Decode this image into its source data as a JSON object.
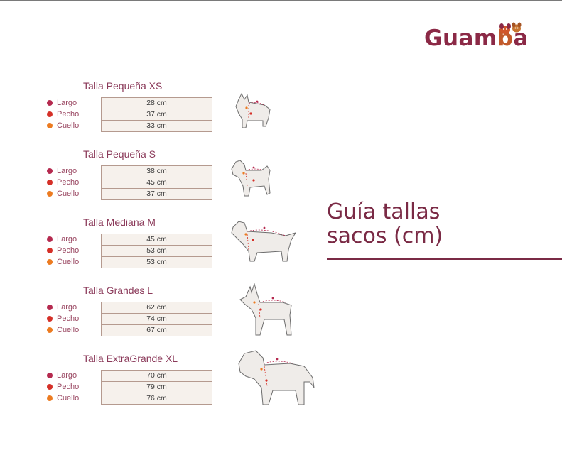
{
  "brand": {
    "name_prefix": "Guam",
    "name_b": "b",
    "name_suffix": "a"
  },
  "title": {
    "line1": "Guía tallas",
    "line2": "sacos (cm)"
  },
  "colors": {
    "brand": "#8b2946",
    "largo_dot": "#b52a4f",
    "pecho_dot": "#d53028",
    "cuello_dot": "#ec7b21",
    "cell_bg": "#f6f1ec"
  },
  "sizes": [
    {
      "title": "Talla Pequeña XS",
      "rows": [
        {
          "label": "Largo",
          "value": "28 cm"
        },
        {
          "label": "Pecho",
          "value": "37 cm"
        },
        {
          "label": "Cuello",
          "value": "33 cm"
        }
      ],
      "icon": "small-terrier-dog-icon"
    },
    {
      "title": "Talla Pequeña S",
      "rows": [
        {
          "label": "Largo",
          "value": "38 cm"
        },
        {
          "label": "Pecho",
          "value": "45 cm"
        },
        {
          "label": "Cuello",
          "value": "37 cm"
        }
      ],
      "icon": "schnauzer-dog-icon"
    },
    {
      "title": "Talla Mediana M",
      "rows": [
        {
          "label": "Largo",
          "value": "45 cm"
        },
        {
          "label": "Pecho",
          "value": "53 cm"
        },
        {
          "label": "Cuello",
          "value": "53 cm"
        }
      ],
      "icon": "setter-dog-icon"
    },
    {
      "title": "Talla Grandes L",
      "rows": [
        {
          "label": "Largo",
          "value": "62 cm"
        },
        {
          "label": "Pecho",
          "value": "74 cm"
        },
        {
          "label": "Cuello",
          "value": "67 cm"
        }
      ],
      "icon": "doberman-dog-icon"
    },
    {
      "title": "Talla ExtraGrande XL",
      "rows": [
        {
          "label": "Largo",
          "value": "70 cm"
        },
        {
          "label": "Pecho",
          "value": "79 cm"
        },
        {
          "label": "Cuello",
          "value": "76 cm"
        }
      ],
      "icon": "mastiff-dog-icon"
    }
  ]
}
